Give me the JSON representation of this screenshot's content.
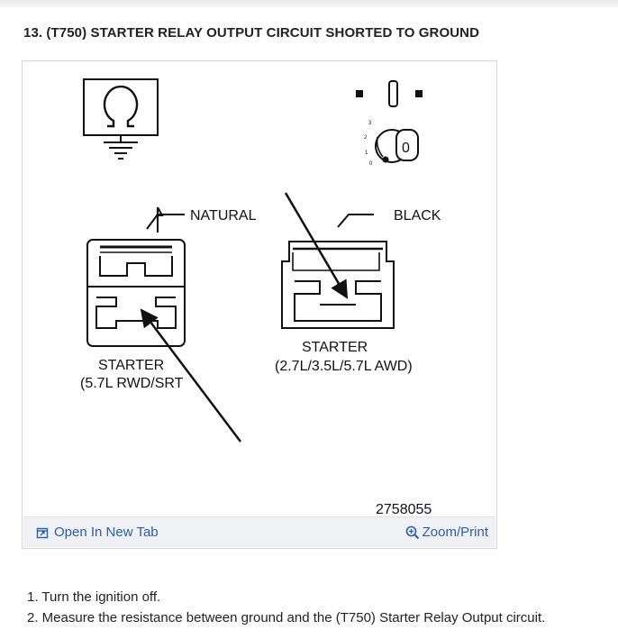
{
  "heading": "13. (T750) STARTER RELAY OUTPUT CIRCUIT SHORTED TO GROUND",
  "figure": {
    "left_label": "NATURAL",
    "right_label": "BLACK",
    "left_caption_line1": "STARTER",
    "left_caption_line2": "(5.7L RWD/SRT",
    "right_caption_line1": "STARTER",
    "right_caption_line2": "(2.7L/3.5L/5.7L AWD)",
    "figure_number": "2758055",
    "ignition_positions": [
      "3",
      "2",
      "1",
      "0"
    ],
    "key_label": "0",
    "icons": [
      "ohmmeter-icon",
      "ignition-switch-icon"
    ]
  },
  "toolbar": {
    "open_tab_label": "Open In New Tab",
    "zoom_label": "Zoom/Print",
    "link_color": "#2a5db0"
  },
  "steps": [
    "1. Turn the ignition off.",
    "2. Measure the resistance between ground and the (T750) Starter Relay Output circuit."
  ]
}
